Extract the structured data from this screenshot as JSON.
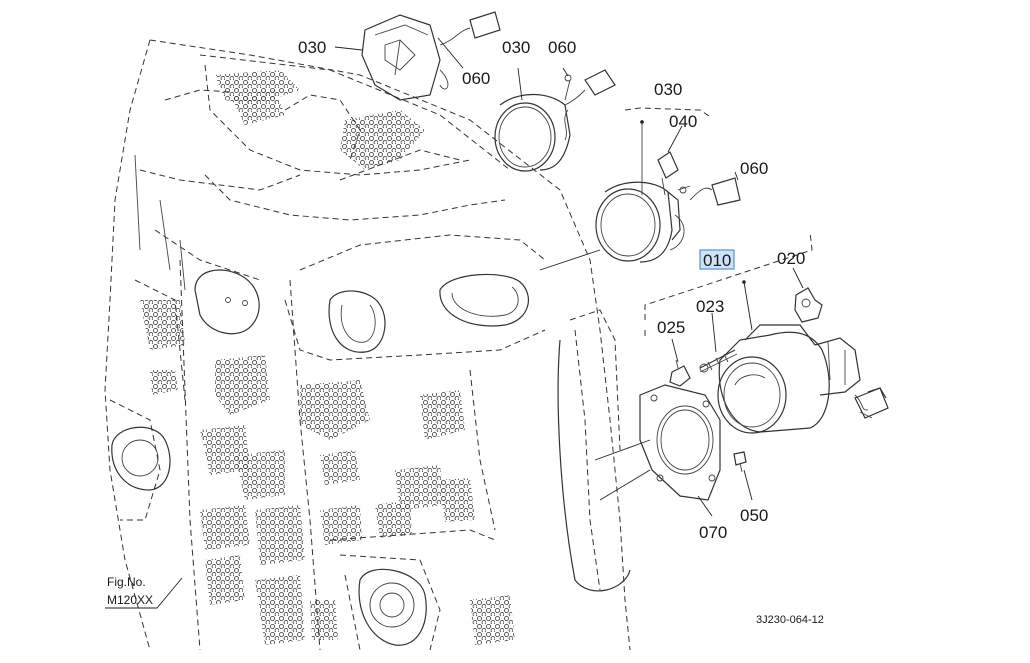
{
  "diagram": {
    "figure": {
      "line1": "Fig.No.",
      "line2": "M120XX"
    },
    "drawing_code": "3J230-064-12",
    "labels": {
      "l030_a": "030",
      "l060_a": "060",
      "l030_b": "030",
      "l060_b": "060",
      "l030_c": "030",
      "l040": "040",
      "l060_c": "060",
      "l010": "010",
      "l020": "020",
      "l023": "023",
      "l025": "025",
      "l050": "050",
      "l070": "070"
    },
    "highlighted_part": "010"
  }
}
